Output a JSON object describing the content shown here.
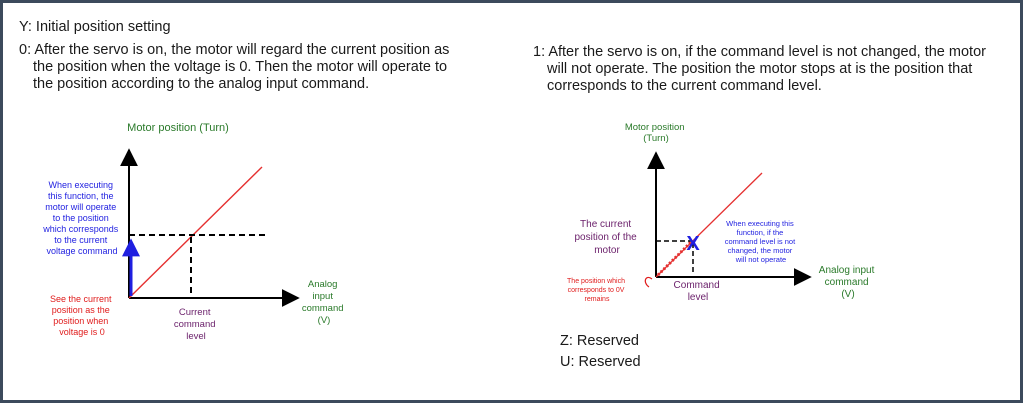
{
  "heading": "Y: Initial position setting",
  "option0": {
    "line1": "0: After the servo is on, the motor will regard the current position as",
    "line2": "the position when the voltage is 0. Then the motor will operate to",
    "line3": "the position according to the analog input command."
  },
  "option1": {
    "line1": "1: After the servo is on, if the command level is not changed, the motor",
    "line2": "will not operate. The position the motor stops at is the position that",
    "line3": "corresponds to the current command level."
  },
  "diagram_left": {
    "y_axis_label": "Motor position (Turn)",
    "x_axis_label": [
      "Analog",
      "input",
      "command",
      "(V)"
    ],
    "blue_note": [
      "When executing",
      "this function, the",
      "motor will operate",
      "to the position",
      "which corresponds",
      "to the current",
      "voltage command"
    ],
    "red_note": [
      "See the current",
      "position as the",
      "position when",
      "voltage is 0"
    ],
    "x_marker_label": [
      "Current",
      "command",
      "level"
    ]
  },
  "diagram_right": {
    "y_axis_label": [
      "Motor position",
      "(Turn)"
    ],
    "x_axis_label": [
      "Analog input",
      "command",
      "(V)"
    ],
    "purple_note": [
      "The current",
      "position of the",
      "motor"
    ],
    "blue_note": [
      "When executing this",
      "function, if the",
      "command level is not",
      "changed, the motor",
      "will not operate"
    ],
    "red_note": [
      "The position which",
      "corresponds to 0V",
      "remains"
    ],
    "x_marker_label": [
      "Command",
      "level"
    ],
    "marker_glyph": "X"
  },
  "reserved": {
    "z": "Z: Reserved",
    "u": "U: Reserved"
  },
  "colors": {
    "axis": "#000000",
    "line": "#e53030",
    "blue": "#1f1fe0",
    "red": "#e01c1c",
    "purple": "#6a1f6a",
    "green": "#2a7a2a",
    "border": "#3c4a5c"
  }
}
